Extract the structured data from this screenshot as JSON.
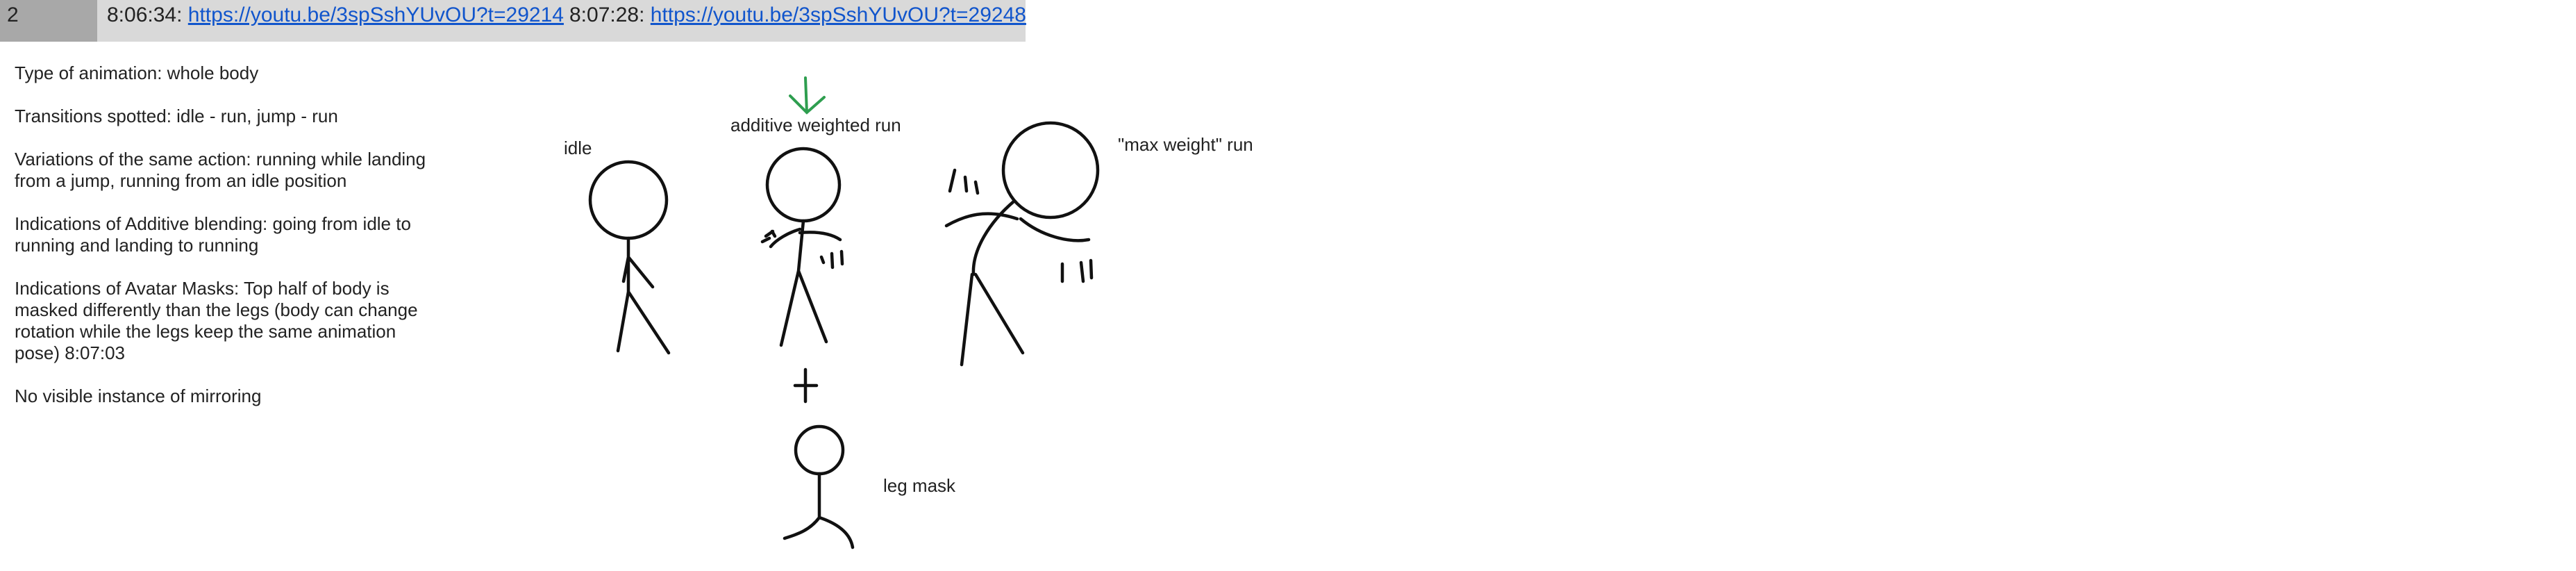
{
  "row": {
    "index": "2",
    "cells": [
      {
        "time": "8:06:34:",
        "url": "https://youtu.be/3spSshYUvOU?t=29214"
      },
      {
        "time": "8:07:28:",
        "url": "https://youtu.be/3spSshYUvOU?t=29248"
      }
    ]
  },
  "notes": [
    "Type of animation: whole body",
    "Transitions spotted: idle - run, jump - run",
    "Variations of the same action: running while landing from a jump, running from an idle position",
    "Indications of Additive blending: going from idle to running and landing to running",
    "Indications of Avatar Masks: Top half of body is masked differently than the legs (body can change rotation while the legs keep the same animation pose) 8:07:03",
    "No visible instance of mirroring"
  ],
  "sketch": {
    "labels": {
      "idle": "idle",
      "additive": "additive weighted run",
      "max_weight": "\"max weight\" run",
      "plus": "+",
      "leg_mask": "leg mask"
    },
    "colors": {
      "ink": "#111111",
      "arrow": "#2e9e4f"
    },
    "icons": [
      "down-arrow-icon",
      "idle-stick-figure",
      "weighted-run-stick-figure",
      "max-weight-run-stick-figure",
      "leg-mask-stick-figure"
    ]
  }
}
